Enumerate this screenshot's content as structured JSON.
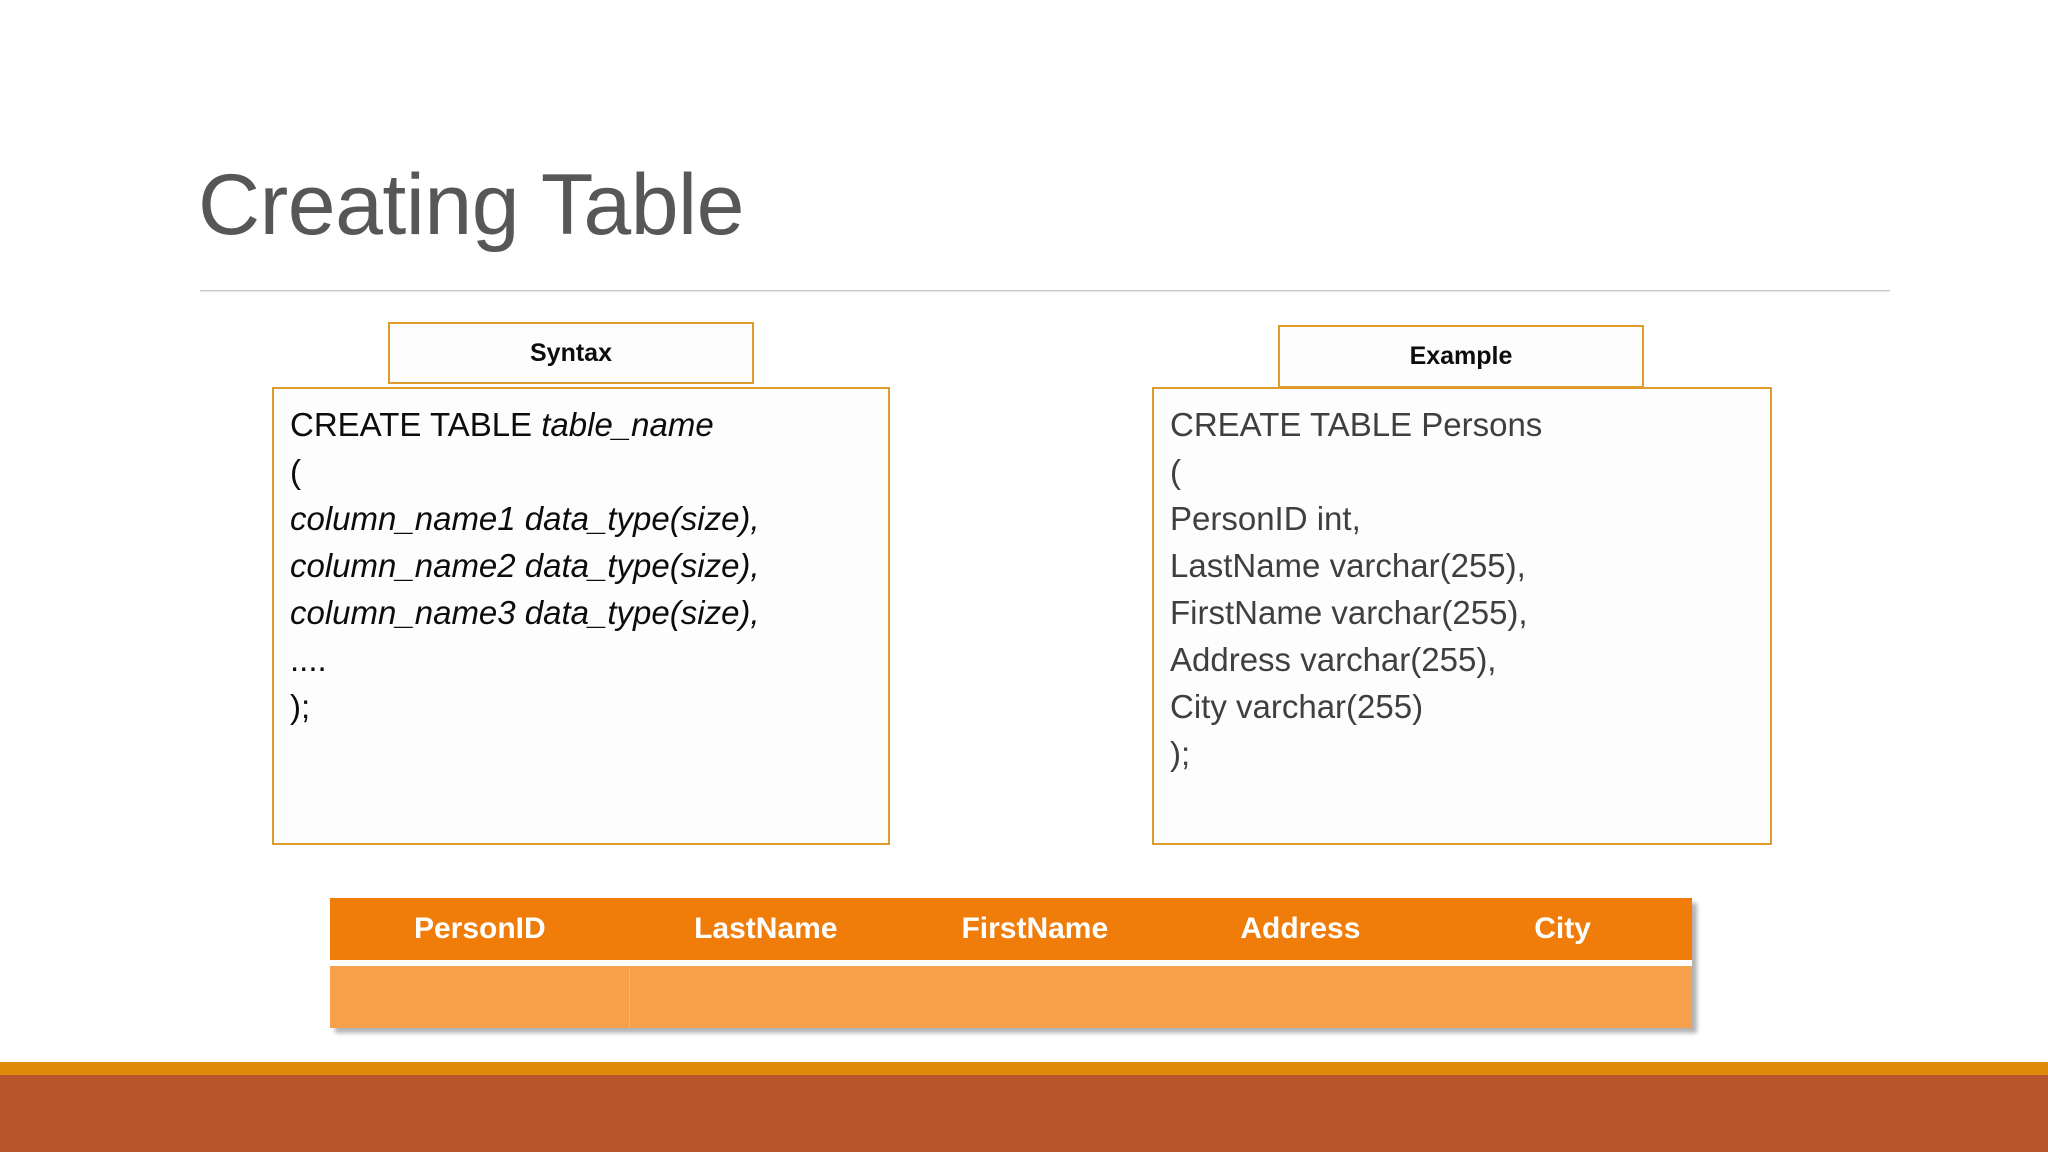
{
  "slide": {
    "title": "Creating Table",
    "accent_color": "#E09B2D",
    "table_header_color": "#F07D0A",
    "table_body_color": "#F6A04B",
    "footer_strip_color": "#E08A0B",
    "footer_band_color": "#B9552A",
    "title_color": "#575757"
  },
  "syntax": {
    "caption": "Syntax",
    "lines": [
      {
        "roman": "CREATE TABLE ",
        "italic": "table_name"
      },
      {
        "roman": "(",
        "italic": ""
      },
      {
        "roman": "",
        "italic": "column_name1 data_type(size),"
      },
      {
        "roman": "",
        "italic": "column_name2 data_type(size),"
      },
      {
        "roman": "",
        "italic": "column_name3 data_type(size),"
      },
      {
        "roman": "....",
        "italic": ""
      },
      {
        "roman": ");",
        "italic": ""
      }
    ]
  },
  "example": {
    "caption": "Example",
    "lines": [
      "CREATE TABLE Persons",
      "(",
      "PersonID int,",
      "LastName varchar(255),",
      "FirstName varchar(255),",
      "Address varchar(255),",
      "City varchar(255)",
      ");"
    ]
  },
  "result_table": {
    "columns": [
      "PersonID",
      "LastName",
      "FirstName",
      "Address",
      "City"
    ],
    "rows": [
      [
        "",
        "",
        "",
        "",
        ""
      ]
    ]
  }
}
